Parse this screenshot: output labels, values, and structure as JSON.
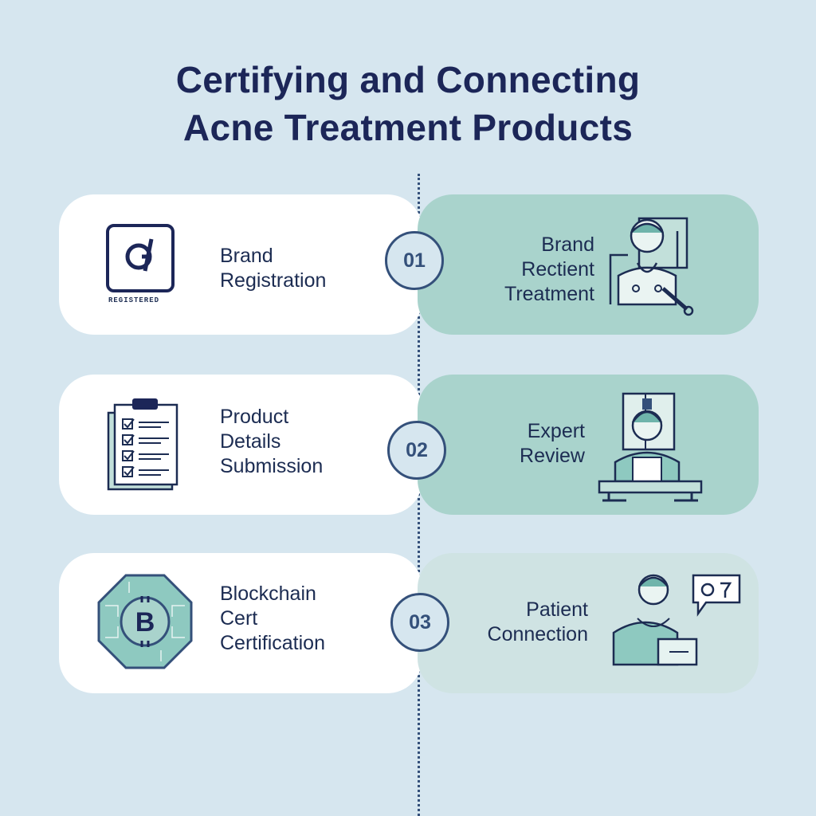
{
  "title": {
    "line1": "Certifying and Connecting",
    "line2": "Acne Treatment Products"
  },
  "steps": [
    {
      "number": "01",
      "left": {
        "lines": [
          "Brand",
          "Registration"
        ],
        "icon": "registered-logo-icon",
        "caption": "REGISTERED"
      },
      "right": {
        "lines": [
          "Brand",
          "Rectient",
          "Treatment"
        ],
        "icon": "doctor-icon"
      }
    },
    {
      "number": "02",
      "left": {
        "lines": [
          "Product",
          "Details",
          "Submission"
        ],
        "icon": "clipboard-checklist-icon"
      },
      "right": {
        "lines": [
          "Expert",
          "Review"
        ],
        "icon": "expert-at-desk-icon"
      }
    },
    {
      "number": "03",
      "left": {
        "lines": [
          "Blockchain",
          "Cert",
          "Certification"
        ],
        "icon": "blockchain-coin-icon"
      },
      "right": {
        "lines": [
          "Patient",
          "Connection"
        ],
        "icon": "patient-chat-icon"
      }
    }
  ],
  "colors": {
    "background": "#d6e6ef",
    "left_card": "#ffffff",
    "right_card": "#a9d3cc",
    "navy": "#1c2658",
    "badge_stroke": "#34507a"
  }
}
